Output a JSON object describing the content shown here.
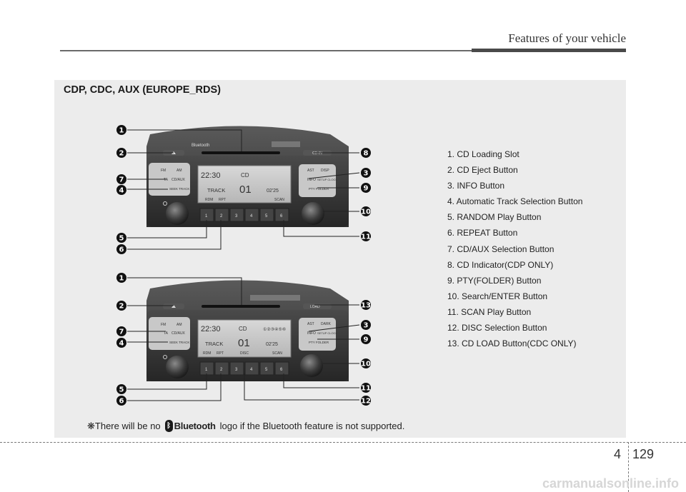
{
  "header": {
    "title": "Features of your vehicle"
  },
  "section": {
    "title": "CDP, CDC, AUX (EUROPE_RDS)"
  },
  "legend": [
    "1. CD Loading Slot",
    "2. CD Eject Button",
    "3. INFO Button",
    "4. Automatic Track Selection Button",
    "5. RANDOM Play Button",
    "6. REPEAT Button",
    "7. CD/AUX Selection Button",
    "8. CD Indicator(CDP ONLY)",
    "9. PTY(FOLDER) Button",
    "10. Search/ENTER Button",
    "11. SCAN Play Button",
    "12. DISC Selection Button",
    "13. CD LOAD Button(CDC ONLY)"
  ],
  "footnote": {
    "prefix": "❋There will be no",
    "logo_word": "Bluetooth",
    "suffix": "logo if the Bluetooth feature is not supported."
  },
  "units": {
    "cdp": {
      "brand": "Bluetooth",
      "disc_indicator": "CD-IN",
      "left_buttons": [
        "FM",
        "AM",
        "TA",
        "CD/AUX",
        "SEEK TRACK"
      ],
      "right_buttons": [
        "AST",
        "DISP",
        "INFO",
        "SETUP CLOCK",
        "PTY FOLDER"
      ],
      "presets": [
        "1",
        "2",
        "3",
        "4",
        "5",
        "6"
      ],
      "lcd": {
        "clock": "22:30",
        "mode": "CD",
        "label": "TRACK",
        "track": "01",
        "time": "02'25",
        "bottom": [
          "RDM",
          "RPT",
          "SCAN"
        ]
      },
      "callouts_left": [
        "1",
        "2",
        "7",
        "4",
        "5",
        "6"
      ],
      "callouts_right": [
        "8",
        "3",
        "9",
        "10",
        "11"
      ]
    },
    "cdc": {
      "load_label": "LOAD",
      "left_buttons": [
        "FM",
        "AM",
        "TA",
        "CD/AUX",
        "SEEK TRACK"
      ],
      "right_buttons": [
        "AST",
        "DARK",
        "INFO",
        "SETUP CLOCK",
        "PTY FOLDER"
      ],
      "presets": [
        "1",
        "2",
        "3",
        "4",
        "5",
        "6"
      ],
      "lcd": {
        "clock": "22:30",
        "mode": "CD",
        "discs": "①②③④⑤⑥",
        "label": "TRACK",
        "track": "01",
        "time": "02'25",
        "bottom": [
          "RDM",
          "RPT",
          "DISC",
          "SCAN"
        ]
      },
      "callouts_left": [
        "1",
        "2",
        "7",
        "4",
        "5",
        "6"
      ],
      "callouts_right": [
        "13",
        "3",
        "9",
        "10",
        "11",
        "12"
      ]
    }
  },
  "page": {
    "chapter": "4",
    "number": "129"
  },
  "watermark": "carmanualsonline.info"
}
